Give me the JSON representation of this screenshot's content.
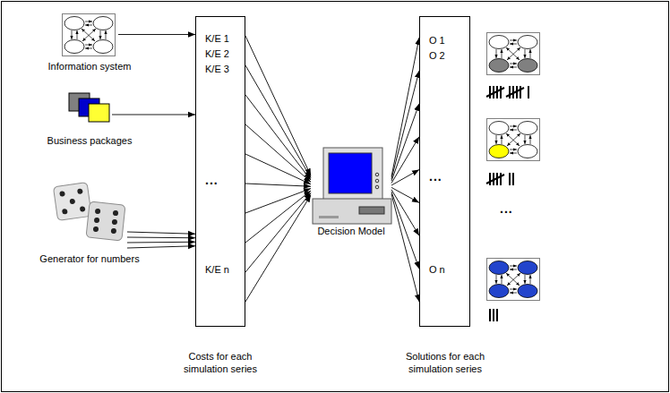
{
  "diagram": {
    "nodes": [
      {
        "text": [
          "Information system"
        ]
      },
      {
        "text": [
          "Business packages"
        ]
      },
      {
        "text": [
          "Generator for numbers"
        ]
      },
      {
        "text": [
          "K/E 1",
          "K/E 2",
          "K/E 3",
          "...",
          "K/E n"
        ]
      },
      {
        "text": [
          "Decision Model"
        ]
      },
      {
        "text": [
          "O 1",
          "O 2",
          "...",
          "O n"
        ]
      }
    ],
    "edges": [
      {
        "from": 0,
        "to": 3,
        "arrow": "to"
      },
      {
        "from": 1,
        "to": 3,
        "arrow": "to"
      },
      {
        "from": 2,
        "to": 3,
        "arrow": "to"
      },
      {
        "from": 2,
        "to": 3,
        "arrow": "to"
      },
      {
        "from": 2,
        "to": 3,
        "arrow": "to"
      },
      {
        "from": 2,
        "to": 3,
        "arrow": "to"
      },
      {
        "from": 3,
        "to": 4,
        "arrow": "to"
      },
      {
        "from": 3,
        "to": 4,
        "arrow": "to"
      },
      {
        "from": 3,
        "to": 4,
        "arrow": "to"
      },
      {
        "from": 3,
        "to": 4,
        "arrow": "to"
      },
      {
        "from": 3,
        "to": 4,
        "arrow": "to"
      },
      {
        "from": 3,
        "to": 4,
        "arrow": "to"
      },
      {
        "from": 3,
        "to": 4,
        "arrow": "to"
      },
      {
        "from": 3,
        "to": 4,
        "arrow": "to"
      },
      {
        "from": 3,
        "to": 4,
        "arrow": "to"
      },
      {
        "from": 3,
        "to": 4,
        "arrow": "to"
      },
      {
        "from": 4,
        "to": 5,
        "arrow": "to"
      },
      {
        "from": 4,
        "to": 5,
        "arrow": "to"
      },
      {
        "from": 4,
        "to": 5,
        "arrow": "to"
      },
      {
        "from": 4,
        "to": 5,
        "arrow": "to"
      },
      {
        "from": 4,
        "to": 5,
        "arrow": "to"
      },
      {
        "from": 4,
        "to": 5,
        "arrow": "to"
      },
      {
        "from": 4,
        "to": 5,
        "arrow": "to"
      },
      {
        "from": 4,
        "to": 5,
        "arrow": "to"
      },
      {
        "from": 4,
        "to": 5,
        "arrow": "to"
      }
    ],
    "labels": [
      "Costs for each simulation series",
      "Solutions for each simulation series",
      "..."
    ]
  }
}
